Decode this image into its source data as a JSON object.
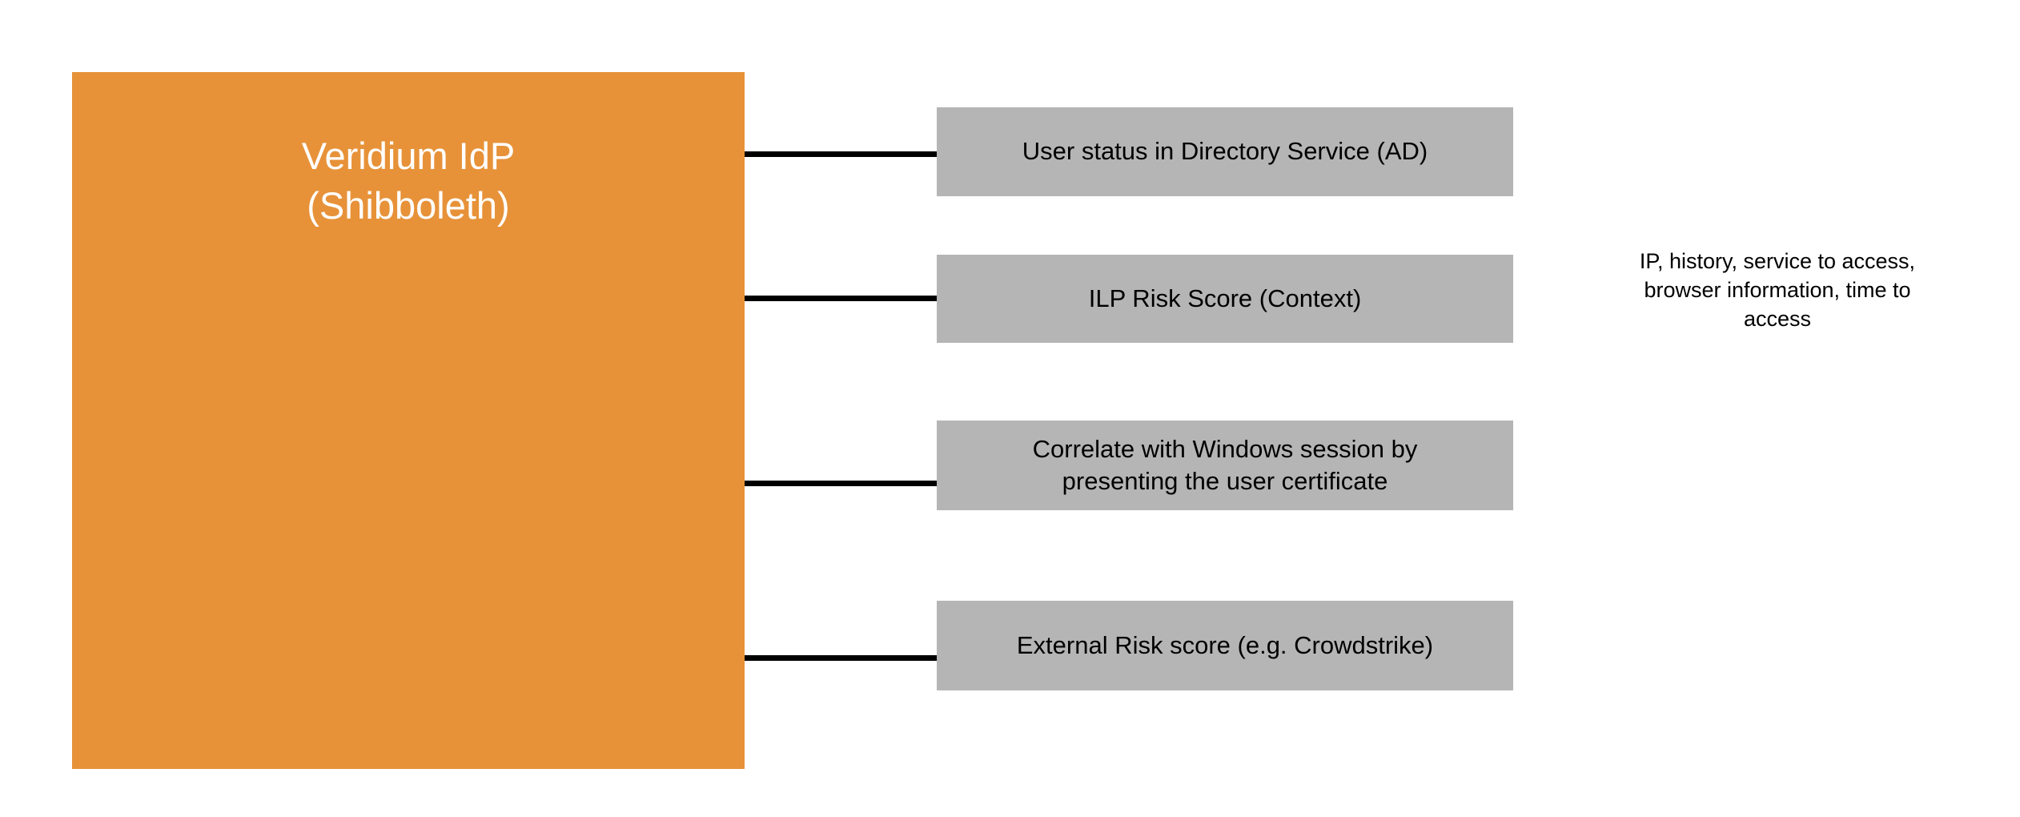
{
  "diagram": {
    "background_color": "#ffffff",
    "idp_node": {
      "label": "Veridium IdP\n(Shibboleth)",
      "fill_color": "#e79239",
      "text_color": "#ffffff"
    },
    "factor_boxes": [
      {
        "label": "User status in Directory Service (AD)",
        "fill_color": "#b5b5b5",
        "text_color": "#000000"
      },
      {
        "label": "ILP Risk Score (Context)",
        "fill_color": "#b5b5b5",
        "text_color": "#000000"
      },
      {
        "label": "Correlate with Windows session by\npresenting the user certificate",
        "fill_color": "#b5b5b5",
        "text_color": "#000000"
      },
      {
        "label": "External Risk score (e.g. Crowdstrike)",
        "fill_color": "#b5b5b5",
        "text_color": "#000000"
      }
    ],
    "connectors": [
      {
        "name": "connector-to-user-status"
      },
      {
        "name": "connector-to-ilp-risk-score"
      },
      {
        "name": "connector-to-windows-session"
      },
      {
        "name": "connector-to-external-risk-score"
      }
    ],
    "annotation": {
      "text": "IP, history, service to access,\nbrowser information, time to\naccess",
      "text_color": "#000000"
    }
  }
}
